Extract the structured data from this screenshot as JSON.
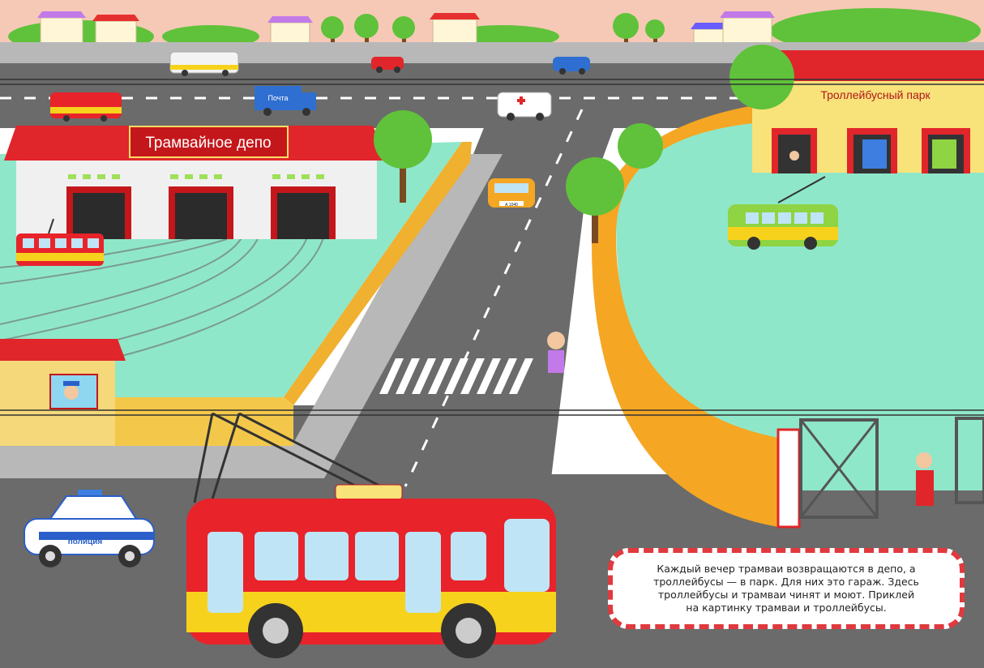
{
  "signs": {
    "tram_depot": "Трамвайное депо",
    "trolleybus_park": "Троллейбусный парк",
    "mail_truck": "Почта",
    "police_car": "полиция",
    "taxi_plate": "А 1040"
  },
  "caption": {
    "line1": "Каждый вечер трамваи возвращаются в депо, а",
    "line2": "троллейбусы — в парк. Для них это гараж. Здесь",
    "line3": "троллейбусы и трамваи чинят и моют. Приклей",
    "line4": "на картинку трамваи и троллейбусы."
  },
  "colors": {
    "sky": "#f6c9b6",
    "road": "#6b6b6b",
    "grass_light": "#8fe7c9",
    "depot_roof": "#e0262a",
    "park_wall": "#f5a623",
    "park_building": "#f8e27a",
    "trolleybus_red": "#e8232a",
    "trolleybus_yellow": "#f7d21c",
    "caption_border": "#e0393e"
  },
  "icons": [
    "tram-icon",
    "trolleybus-icon",
    "bus-icon",
    "car-icon",
    "ambulance-icon",
    "mail-truck-icon",
    "taxi-icon",
    "police-car-icon",
    "tree-icon",
    "gate-icon",
    "person-icon"
  ]
}
